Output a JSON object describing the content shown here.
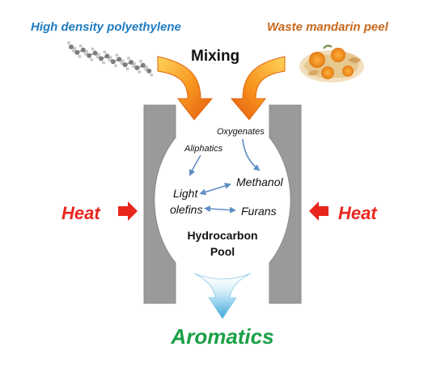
{
  "inputs": {
    "left_label": "High density polyethylene",
    "right_label": "Waste mandarin peel",
    "mixing_label": "Mixing"
  },
  "intermediates": {
    "oxygenates": "Oxygenates",
    "aliphatics": "Aliphatics",
    "methanol": "Methanol",
    "light": "Light",
    "olefins": "olefins",
    "furans": "Furans"
  },
  "pool": {
    "line1": "Hydrocarbon",
    "line2": "Pool"
  },
  "heat": {
    "left": "Heat",
    "right": "Heat"
  },
  "product": {
    "label": "Aromatics"
  },
  "colors": {
    "blue_text": "#1f7cc1",
    "orange_text": "#c8681c",
    "red": "#e8261c",
    "green": "#1aa046",
    "wall": "#9a9a9a",
    "small_arrow": "#5f8fc4"
  }
}
